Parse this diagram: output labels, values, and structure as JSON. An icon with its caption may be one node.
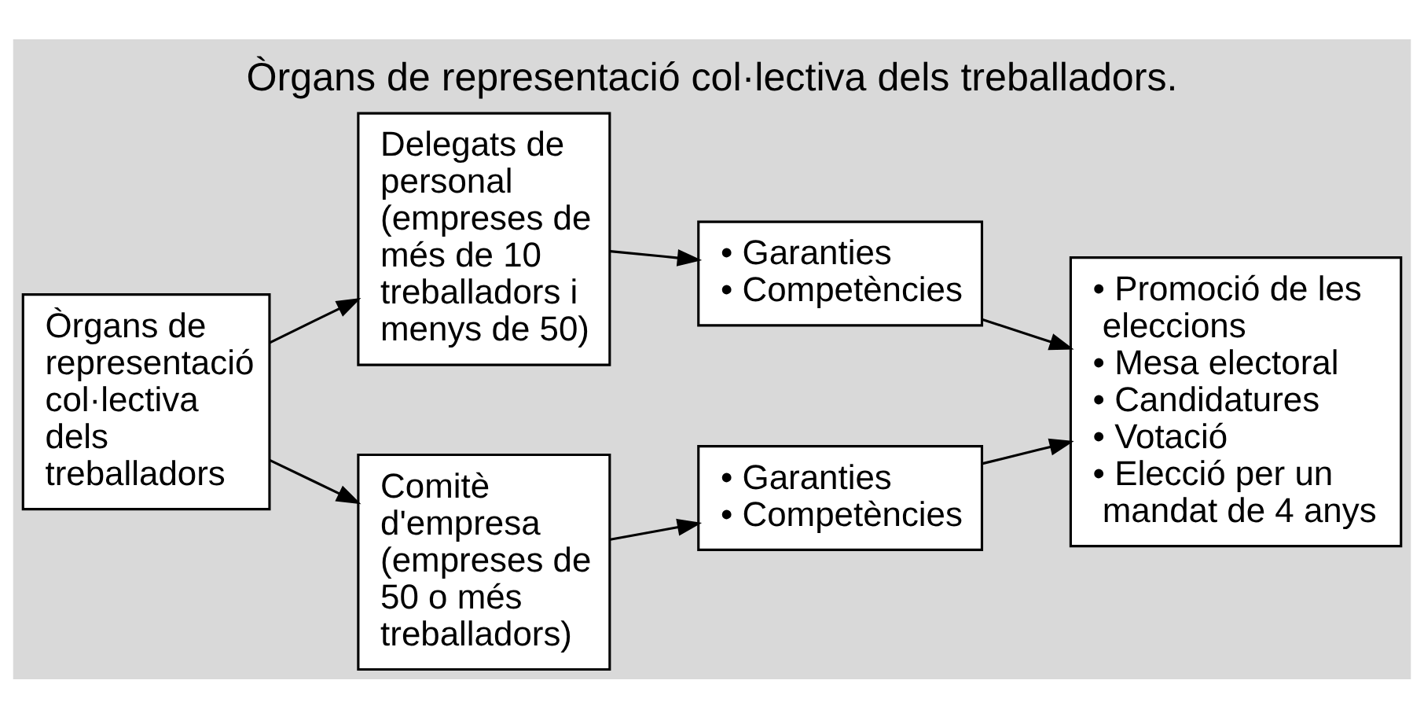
{
  "diagram": {
    "title": "Òrgans de representació col·lectiva dels treballadors.",
    "nodes": [
      {
        "text": [
          "Òrgans de representació col·lectiva dels treballadors"
        ]
      },
      {
        "text": [
          "Delegats de personal (empreses de més de 10 treballadors i menys de 50)"
        ]
      },
      {
        "text": [
          "• Garanties",
          "• Competències"
        ]
      },
      {
        "text": [
          "Comitè d'empresa (empreses de 50 o més treballadors)"
        ]
      },
      {
        "text": [
          "• Garanties",
          "• Competències"
        ]
      },
      {
        "text": [
          "• Promoció de les eleccions",
          "• Mesa electoral",
          "• Candidatures",
          "• Votació",
          "• Elecció per un mandat de 4 anys"
        ]
      }
    ],
    "edges": [
      {
        "from": 0,
        "to": 1,
        "arrow": "to"
      },
      {
        "from": 0,
        "to": 3,
        "arrow": "to"
      },
      {
        "from": 1,
        "to": 2,
        "arrow": "to"
      },
      {
        "from": 3,
        "to": 4,
        "arrow": "to"
      },
      {
        "from": 2,
        "to": 5,
        "arrow": "to"
      },
      {
        "from": 4,
        "to": 5,
        "arrow": "to"
      }
    ]
  }
}
